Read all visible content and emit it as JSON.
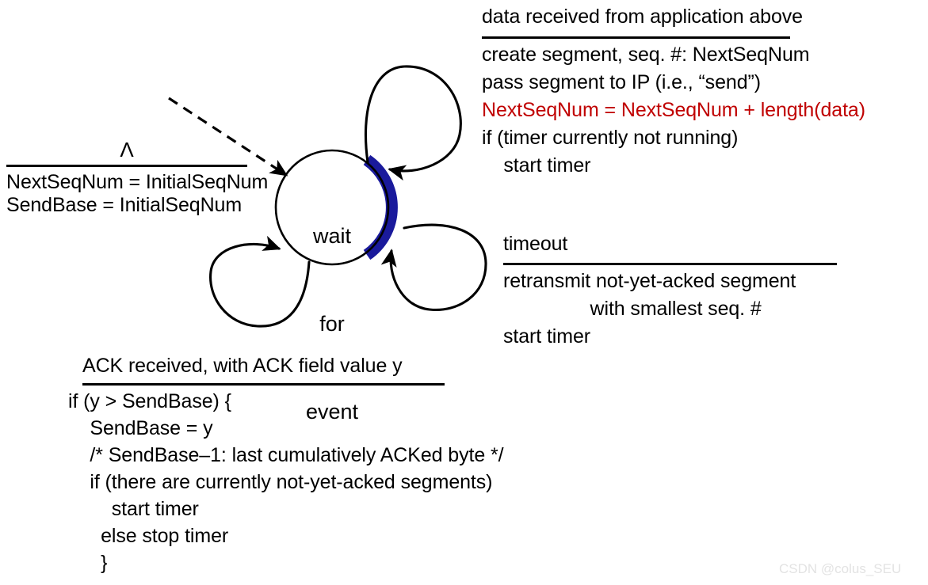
{
  "diagram": {
    "title": "TCP sender finite state machine",
    "state": {
      "name": "wait-for-event",
      "line1": "wait",
      "line2": "for",
      "line3": "event",
      "highlight_color": "#1a1a9c",
      "outline_color": "#000000"
    },
    "colors": {
      "text": "#000000",
      "accent_red": "#c00000",
      "highlight_blue": "#1a1a9c",
      "background": "#ffffff",
      "watermark": "#e3e3e3"
    },
    "init_block": {
      "name": "initialization",
      "condition": "Λ",
      "actions": [
        "NextSeqNum = InitialSeqNum",
        "SendBase = InitialSeqNum"
      ]
    },
    "data_block": {
      "name": "data-received-from-application",
      "condition": "data received from application above",
      "actions": [
        {
          "text": "create segment, seq. #: NextSeqNum",
          "color": "black"
        },
        {
          "text": "pass segment to IP (i.e., “send”)",
          "color": "black"
        },
        {
          "text": "NextSeqNum = NextSeqNum + length(data)",
          "color": "red"
        },
        {
          "text": "if (timer currently not running)",
          "color": "black"
        },
        {
          "text": "    start timer",
          "color": "black"
        }
      ]
    },
    "timeout_block": {
      "name": "timeout",
      "condition": "timeout",
      "actions": [
        "retransmit not-yet-acked segment",
        "                with smallest seq. #",
        "start timer"
      ]
    },
    "ack_block": {
      "name": "ack-received",
      "condition": "ACK received, with ACK field value y",
      "actions": [
        "if (y > SendBase) {",
        "    SendBase = y",
        "    /* SendBase–1: last cumulatively ACKed byte */",
        "    if (there are currently not-yet-acked segments)",
        "        start timer",
        "      else stop timer",
        "      }"
      ]
    },
    "transitions": [
      {
        "name": "init-transition",
        "style": "dashed",
        "label_ref": "init_block"
      },
      {
        "name": "data-self-loop",
        "style": "solid",
        "label_ref": "data_block"
      },
      {
        "name": "timeout-self-loop",
        "style": "solid",
        "label_ref": "timeout_block"
      },
      {
        "name": "ack-self-loop",
        "style": "solid",
        "label_ref": "ack_block"
      }
    ]
  },
  "watermark": {
    "text": "CSDN @colus_SEU"
  }
}
